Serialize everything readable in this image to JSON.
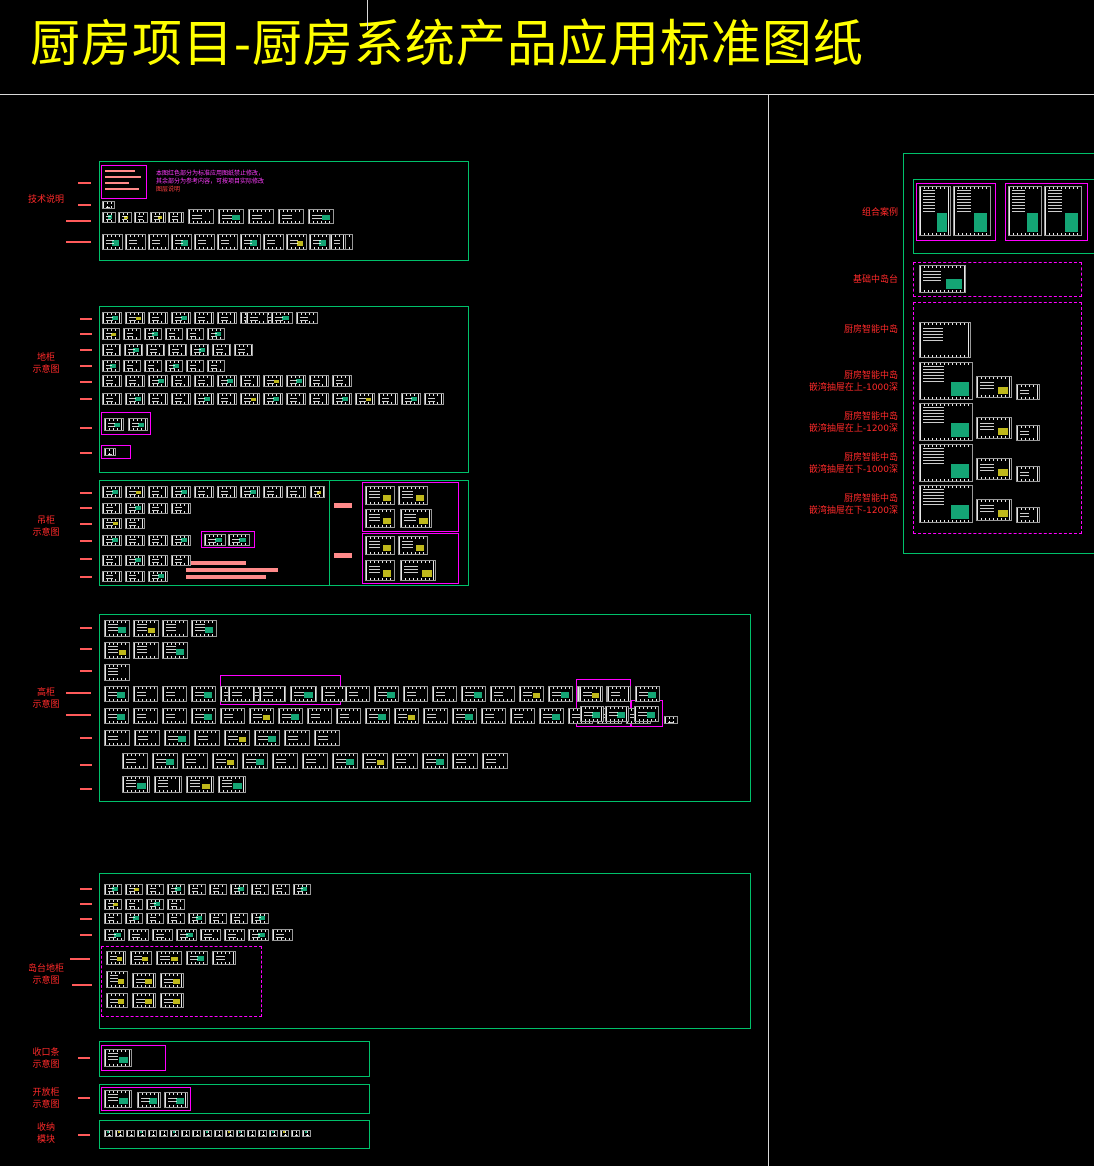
{
  "title": "厨房项目-厨房系统产品应用标准图纸",
  "colors": {
    "title": "#ffff00",
    "frame": "#00c06a",
    "highlight": "#ff00ff",
    "label": "#ff2a2a",
    "divider": "#d9d9d9"
  },
  "left_labels": {
    "tech": "技术说明",
    "floor_1": "地柜",
    "floor_2": "示意图",
    "hang_1": "吊柜",
    "hang_2": "示意图",
    "tall_1": "高柜",
    "tall_2": "示意图",
    "island_1": "岛台地柜",
    "island_2": "示意图",
    "edge_1": "收口条",
    "edge_2": "示意图",
    "open_1": "开放柜",
    "open_2": "示意图",
    "storage_1": "收纳",
    "storage_2": "模块"
  },
  "right_labels": {
    "combo": "组合案例",
    "island_plain": "基础中岛台",
    "smart": "厨房智能中岛",
    "smart_a_1": "厨房智能中岛",
    "smart_a_2": "嵌湾抽屉在上-1000深",
    "smart_b_1": "厨房智能中岛",
    "smart_b_2": "嵌湾抽屉在上-1200深",
    "smart_c_1": "厨房智能中岛",
    "smart_c_2": "嵌湾抽屉在下-1000深",
    "smart_d_1": "厨房智能中岛",
    "smart_d_2": "嵌湾抽屉在下-1200深"
  },
  "notes": {
    "line1": "本图红色部分为标准应用图纸禁止修改，",
    "line2": "其余部分为参考内容，可按项目实际修改",
    "line3": "图层说明"
  }
}
